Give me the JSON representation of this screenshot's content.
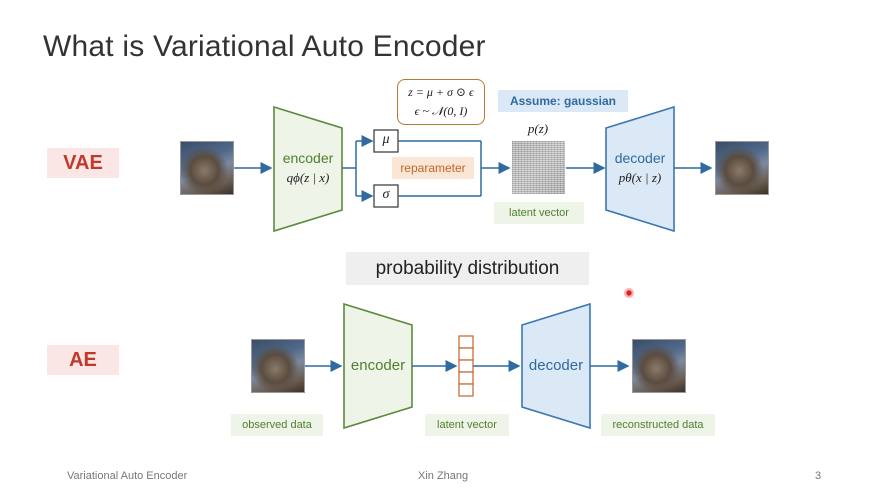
{
  "title": "What is Variational Auto Encoder",
  "vae": {
    "tag": "VAE",
    "encoder": {
      "label": "encoder",
      "formula": "qϕ(z | x)"
    },
    "mu": "μ",
    "sigma": "σ",
    "reparameter": "reparameter",
    "formula_line1": "z = μ + σ ⊙ ϵ",
    "formula_line2": "ϵ ~ 𝒩(0, I)",
    "assume": "Assume: gaussian",
    "prior": "p(z)",
    "latent": "latent vector",
    "decoder": {
      "label": "decoder",
      "formula": "pθ(x | z)"
    },
    "colors": {
      "encoder": "#5b8a3c",
      "decoder": "#3a78b5",
      "arrow": "#2f6aa0"
    }
  },
  "middle": {
    "banner": "probability distribution"
  },
  "ae": {
    "tag": "AE",
    "encoder": "encoder",
    "decoder": "decoder",
    "observed": "observed data",
    "latent": "latent vector",
    "reconstructed": "reconstructed data"
  },
  "footer": {
    "left": "Variational Auto Encoder",
    "center": "Xin Zhang",
    "page": "3"
  }
}
